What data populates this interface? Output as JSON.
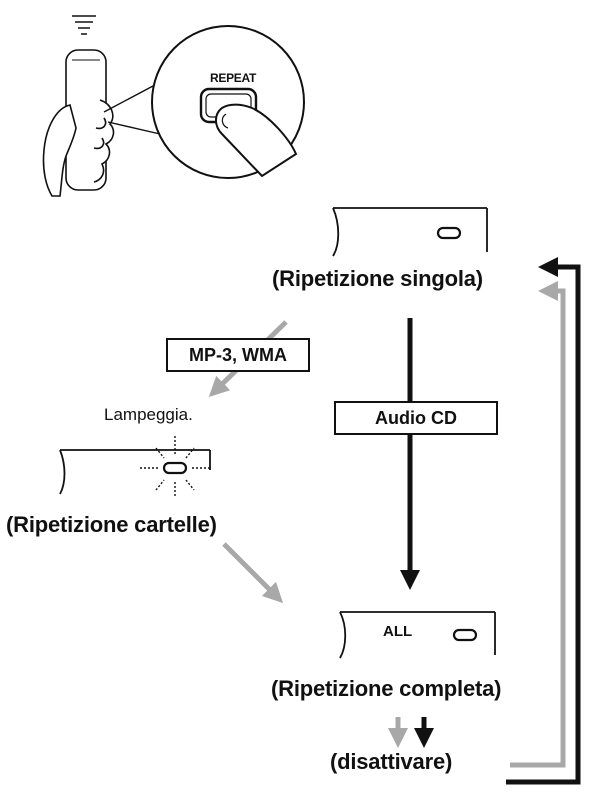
{
  "remote": {
    "button_label": "REPEAT"
  },
  "displays": {
    "single": {
      "text": ""
    },
    "folder": {
      "text": ""
    },
    "all": {
      "text": "ALL"
    }
  },
  "modes": {
    "single": "(Ripetizione singola)",
    "folder": "(Ripetizione cartelle)",
    "all": "(Ripetizione completa)",
    "off": "(disattivare)"
  },
  "boxes": {
    "mp3_wma": "MP-3, WMA",
    "audio_cd": "Audio CD"
  },
  "blink_note": "Lampeggia.",
  "colors": {
    "gray_path": "#a8a8a8",
    "black_path": "#111111"
  }
}
